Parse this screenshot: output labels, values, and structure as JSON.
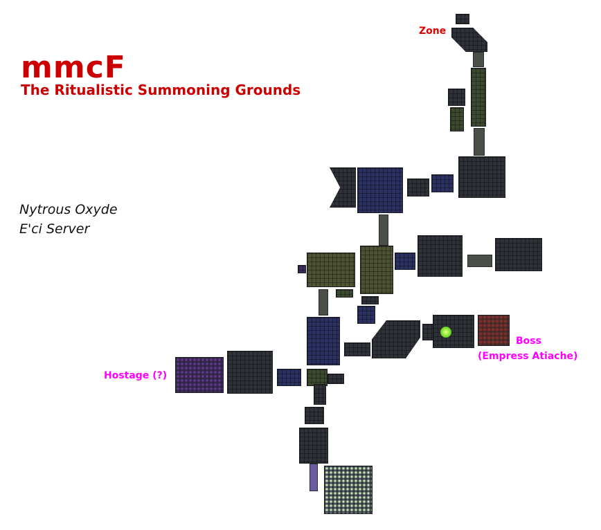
{
  "header": {
    "title": "mmcF",
    "subtitle": "The Ritualistic Summoning Grounds"
  },
  "credits": {
    "guild": "Nytrous Oxyde",
    "server": "E'ci Server"
  },
  "labels": {
    "zone": "Zone",
    "hostage": "Hostage (?)",
    "boss": "Boss",
    "boss_name": "(Empress Atiache)"
  },
  "colors": {
    "title": "#cc0000",
    "zone_label": "#e00000",
    "poi_label": "#ff00ff"
  }
}
